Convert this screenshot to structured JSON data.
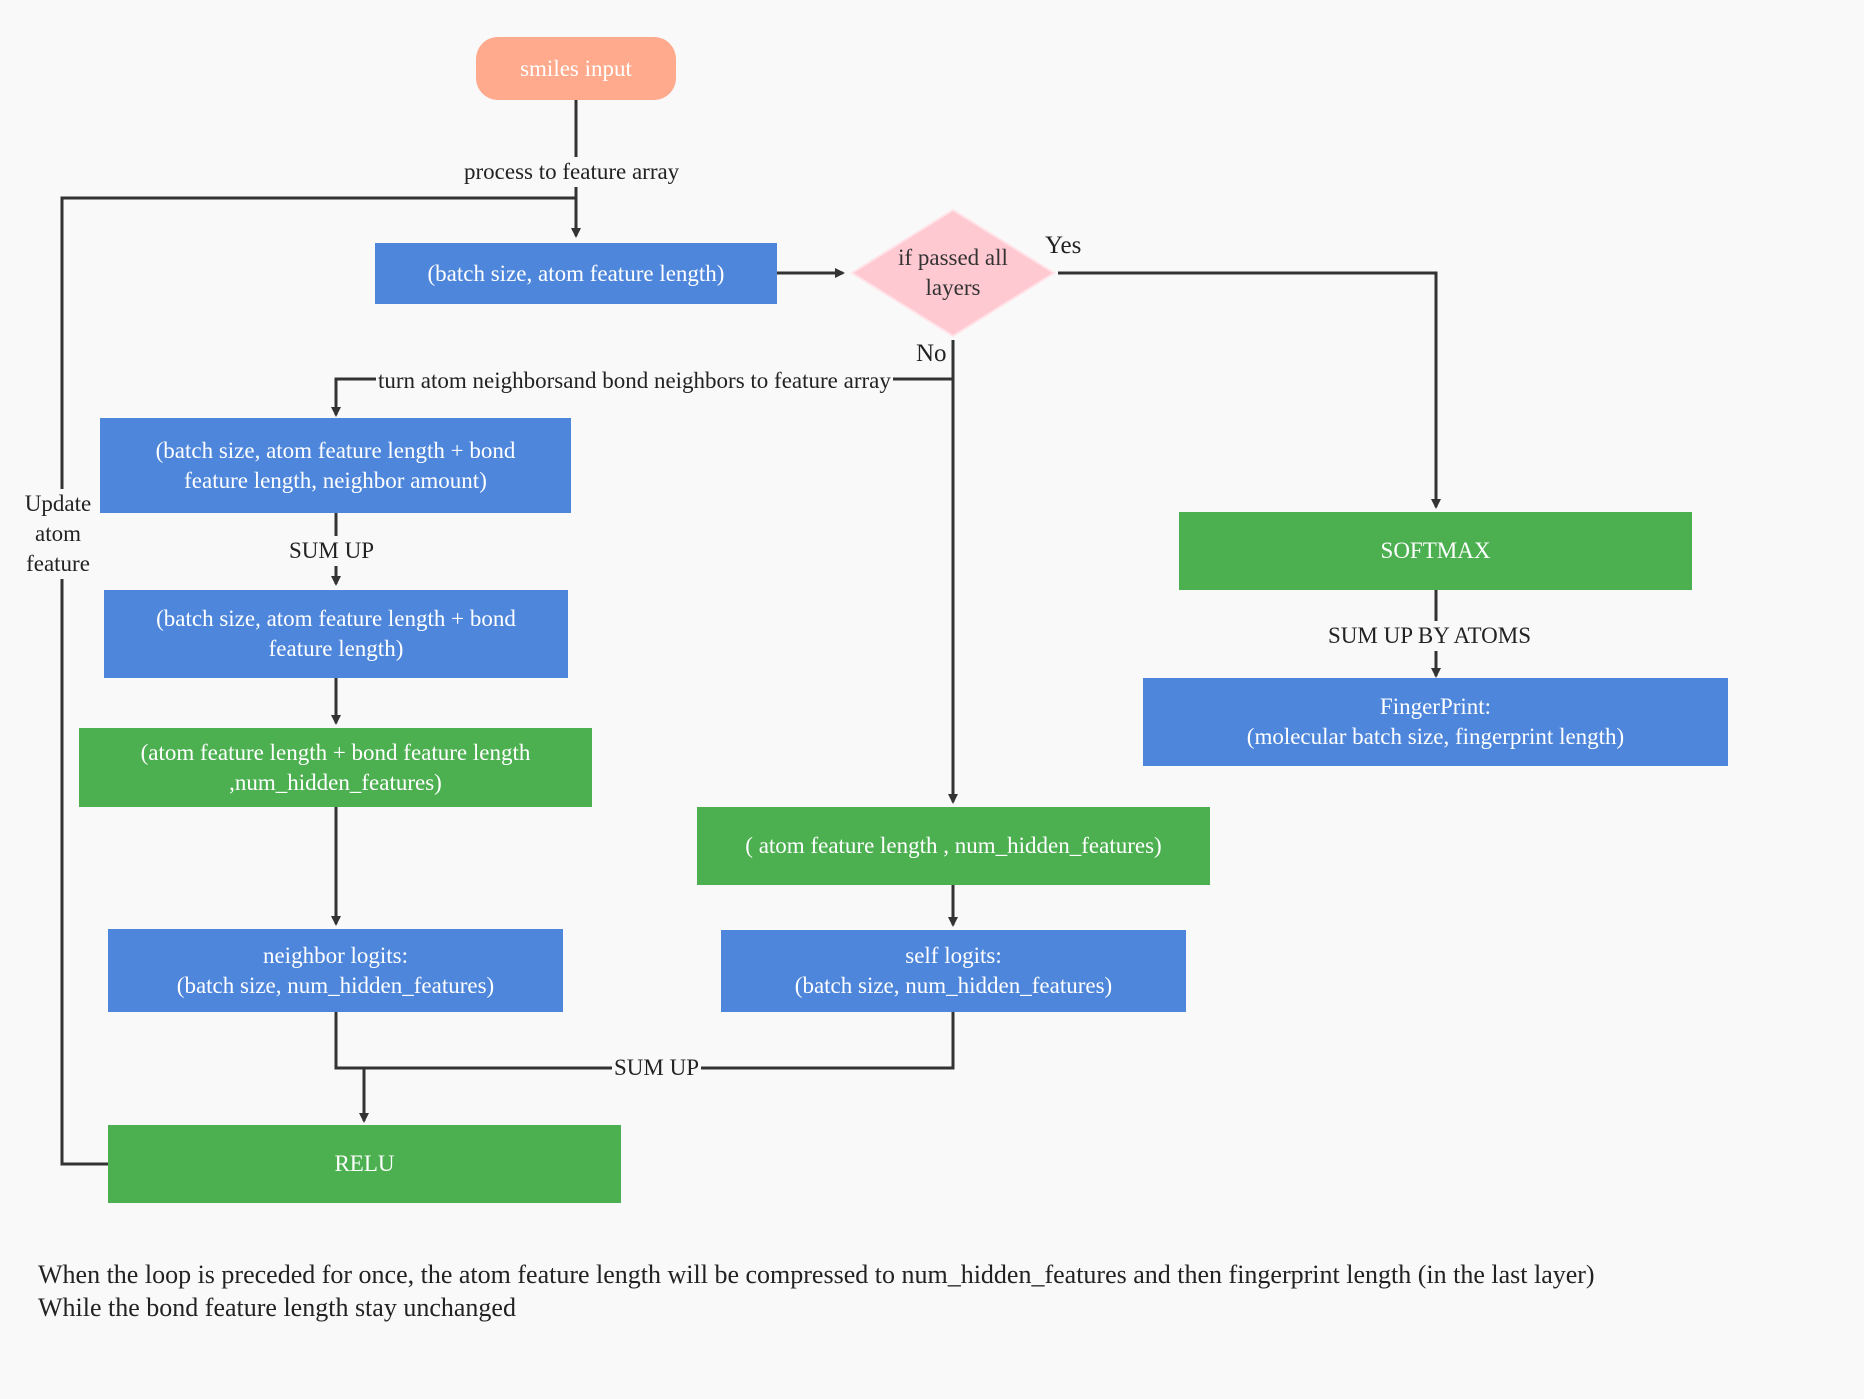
{
  "diagram": {
    "nodes": {
      "smiles_input": "smiles input",
      "atom_feature": "(batch size,  atom feature length)",
      "decision": "if passed all\nlayers",
      "neighbor_concat": "(batch size,  atom feature length + bond\nfeature length, neighbor amount)",
      "summed": "(batch size,  atom feature length + bond\nfeature length)",
      "neighbor_weight": "(atom feature length + bond feature length\n,num_hidden_features)",
      "neighbor_logits": "neighbor logits:\n(batch size,  num_hidden_features)",
      "self_weight": "( atom feature length , num_hidden_features)",
      "self_logits": "self logits:\n(batch size,  num_hidden_features)",
      "relu": "RELU",
      "softmax": "SOFTMAX",
      "fingerprint": "FingerPrint:\n(molecular batch size,  fingerprint length)"
    },
    "edge_labels": {
      "process": "process to feature array",
      "yes": "Yes",
      "no": "No",
      "turn": "turn atom neighborsand bond neighbors to feature array",
      "sum_up_1": "SUM UP",
      "sum_up_2": "SUM UP",
      "sum_by_atoms": "SUM UP BY ATOMS",
      "update": "Update\natom\nfeature"
    },
    "note": "When the loop is preceded for once, the atom feature length will be compressed to num_hidden_features and then fingerprint length (in the last layer)\nWhile the bond feature length stay unchanged"
  },
  "colors": {
    "process_blue": "#4d86db",
    "weight_green": "#4cb051",
    "terminal_salmon": "#ffaa8c",
    "decision_pink": "#ffc9d2",
    "edge": "#333333",
    "background": "#f9f9f9"
  }
}
